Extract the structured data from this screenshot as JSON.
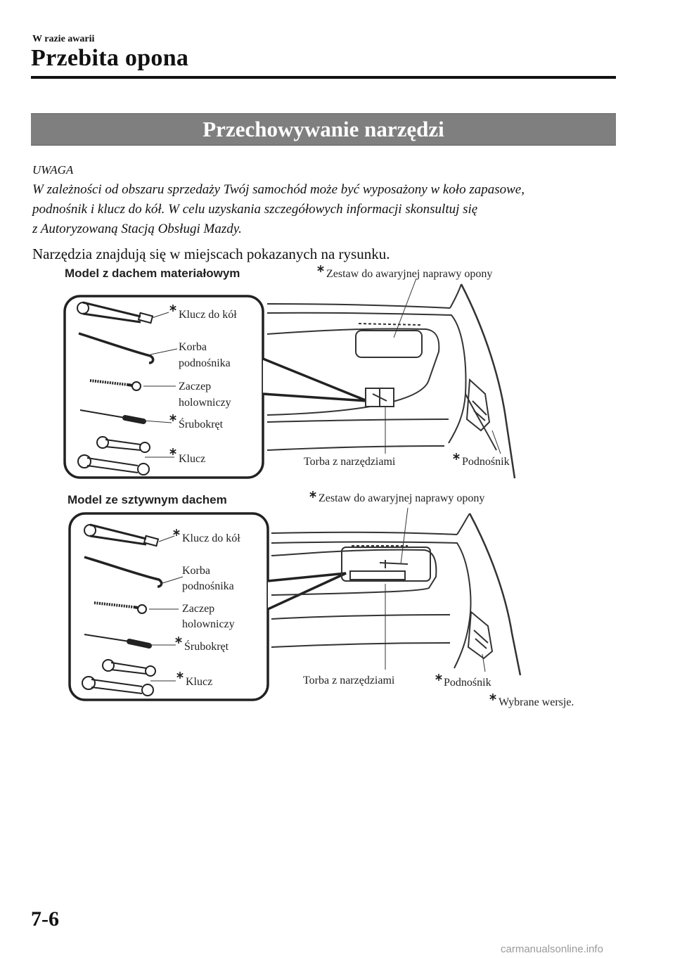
{
  "header": {
    "breadcrumb": "W razie awarii",
    "title": "Przebita opona"
  },
  "section": {
    "title": "Przechowywanie narzędzi"
  },
  "note": {
    "title": "UWAGA",
    "lines": [
      "W zależności od obszaru sprzedaży Twój samochód może być wyposażony w koło zapasowe,",
      "podnośnik i klucz do kół. W celu uzyskania szczegółowych informacji skonsultuj się",
      "z Autoryzowaną Stacją Obsługi Mazdy."
    ]
  },
  "body_text": "Narzędzia znajdują się w miejscach pokazanych na rysunku.",
  "figure_top": {
    "model_label": "Model z dachem materiałowym",
    "repair_kit": "Zestaw do awaryjnej naprawy opony",
    "wheel_wrench": "Klucz do kół",
    "jack_handle_1": "Korba",
    "jack_handle_2": "podnośnika",
    "tow_hook_1": "Zaczep",
    "tow_hook_2": "holowniczy",
    "screwdriver": "Śrubokręt",
    "wrench": "Klucz",
    "tool_bag": "Torba z narzędziami",
    "jack": "Podnośnik"
  },
  "figure_bottom": {
    "model_label": "Model ze sztywnym dachem",
    "repair_kit": "Zestaw do awaryjnej naprawy opony",
    "wheel_wrench": "Klucz do kół",
    "jack_handle_1": "Korba",
    "jack_handle_2": "podnośnika",
    "tow_hook_1": "Zaczep",
    "tow_hook_2": "holowniczy",
    "screwdriver": "Śrubokręt",
    "wrench": "Klucz",
    "tool_bag": "Torba z narzędziami",
    "jack": "Podnośnik",
    "footnote": "Wybrane wersje."
  },
  "footer": {
    "page_number": "7-6",
    "watermark": "carmanualsonline.info"
  }
}
